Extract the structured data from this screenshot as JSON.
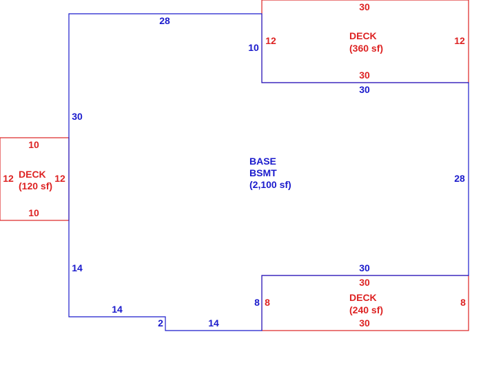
{
  "colors": {
    "base": "#1a1acc",
    "deck": "#dd2222",
    "background": "#ffffff"
  },
  "base": {
    "name": "BASE",
    "type": "BSMT",
    "area": "(2,100 sf)",
    "dims": {
      "top": "28",
      "left_upper": "30",
      "left_lower": "14",
      "bottom_left": "14",
      "step": "2",
      "bottom_right": "14",
      "right_lower_notch": "8",
      "bottom_right_long": "30",
      "right": "28",
      "top_right_long": "30",
      "right_upper_notch": "10"
    }
  },
  "decks": {
    "top": {
      "name": "DECK",
      "area": "(360 sf)",
      "dims": {
        "top": "30",
        "bottom": "30",
        "left": "12",
        "right": "12"
      }
    },
    "left": {
      "name": "DECK",
      "area": "(120 sf)",
      "dims": {
        "top": "10",
        "bottom": "10",
        "left": "12",
        "right": "12"
      }
    },
    "bottom": {
      "name": "DECK",
      "area": "(240 sf)",
      "dims": {
        "top": "30",
        "bottom": "30",
        "left": "8",
        "right": "8"
      }
    }
  }
}
